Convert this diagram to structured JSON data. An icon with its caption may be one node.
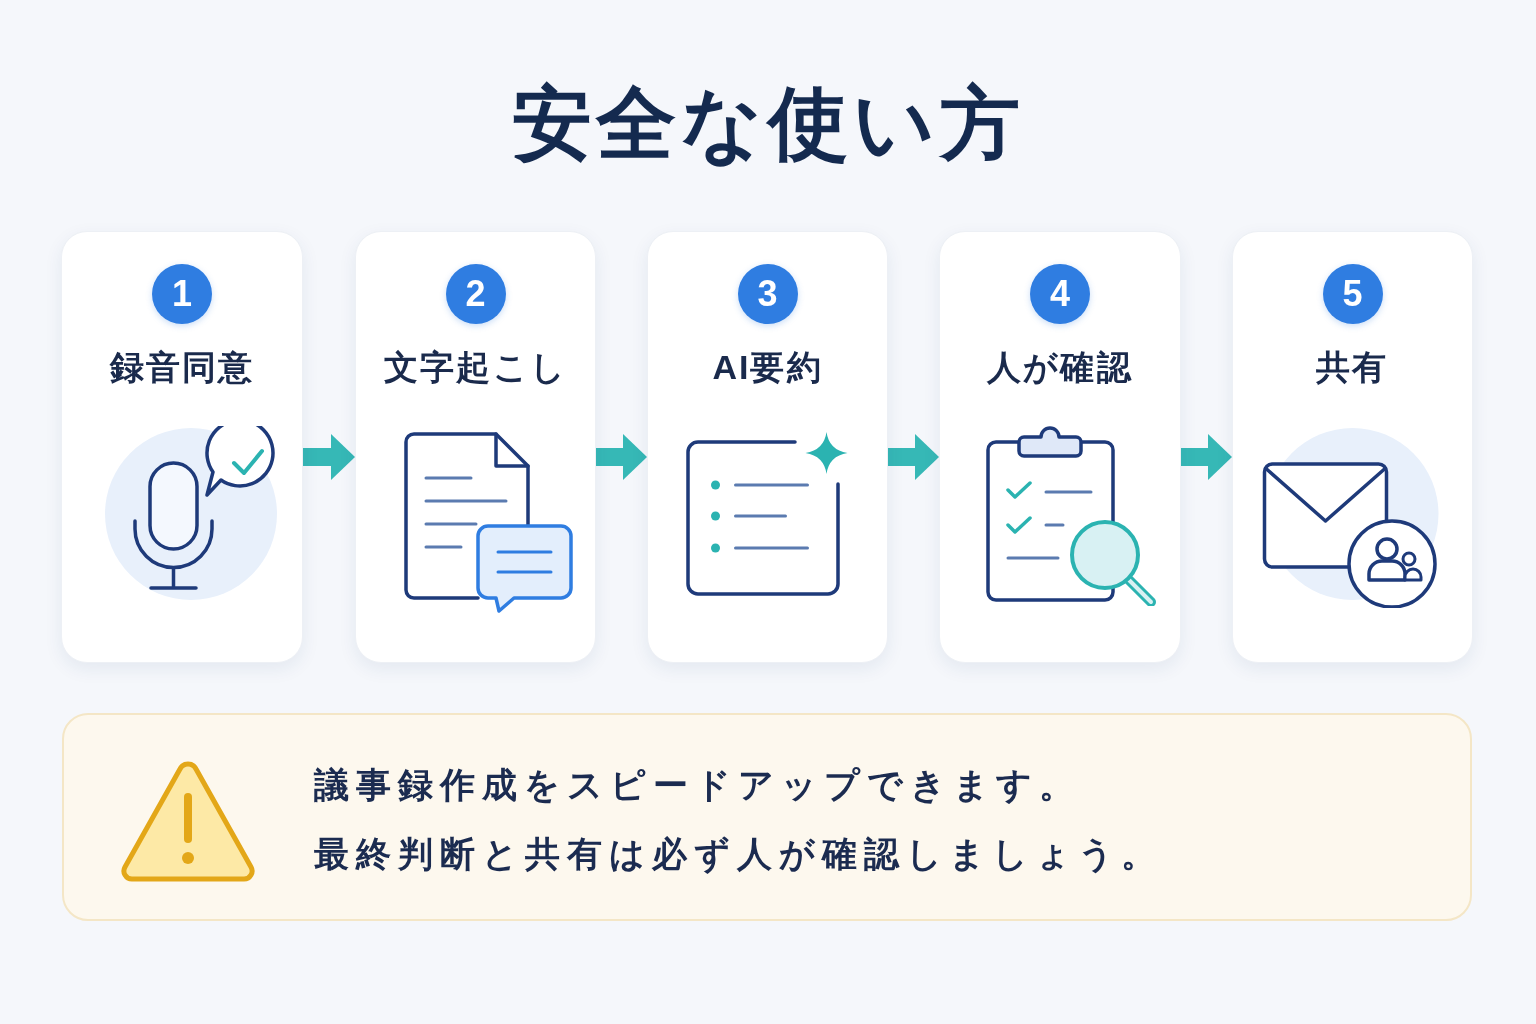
{
  "diagram": {
    "title": "安全な使い方",
    "nodes": [
      {
        "text": [
          "録音同意"
        ]
      },
      {
        "text": [
          "1"
        ],
        "in": 0
      },
      {
        "text": [
          "文字起こし"
        ]
      },
      {
        "text": [
          "2"
        ],
        "in": 2
      },
      {
        "text": [
          "AI要約"
        ]
      },
      {
        "text": [
          "3"
        ],
        "in": 4
      },
      {
        "text": [
          "人が確認"
        ]
      },
      {
        "text": [
          "4"
        ],
        "in": 6
      },
      {
        "text": [
          "共有"
        ]
      },
      {
        "text": [
          "5"
        ],
        "in": 8
      },
      {
        "text": [
          "議事録作成をスピードアップできます。",
          "最終判断と共有は必ず人が確認しましょう。"
        ]
      }
    ],
    "edges": [
      {
        "from": 0,
        "to": 2,
        "arrow": "to"
      },
      {
        "from": 2,
        "to": 4,
        "arrow": "to"
      },
      {
        "from": 4,
        "to": 6,
        "arrow": "to"
      },
      {
        "from": 6,
        "to": 8,
        "arrow": "to"
      }
    ]
  }
}
